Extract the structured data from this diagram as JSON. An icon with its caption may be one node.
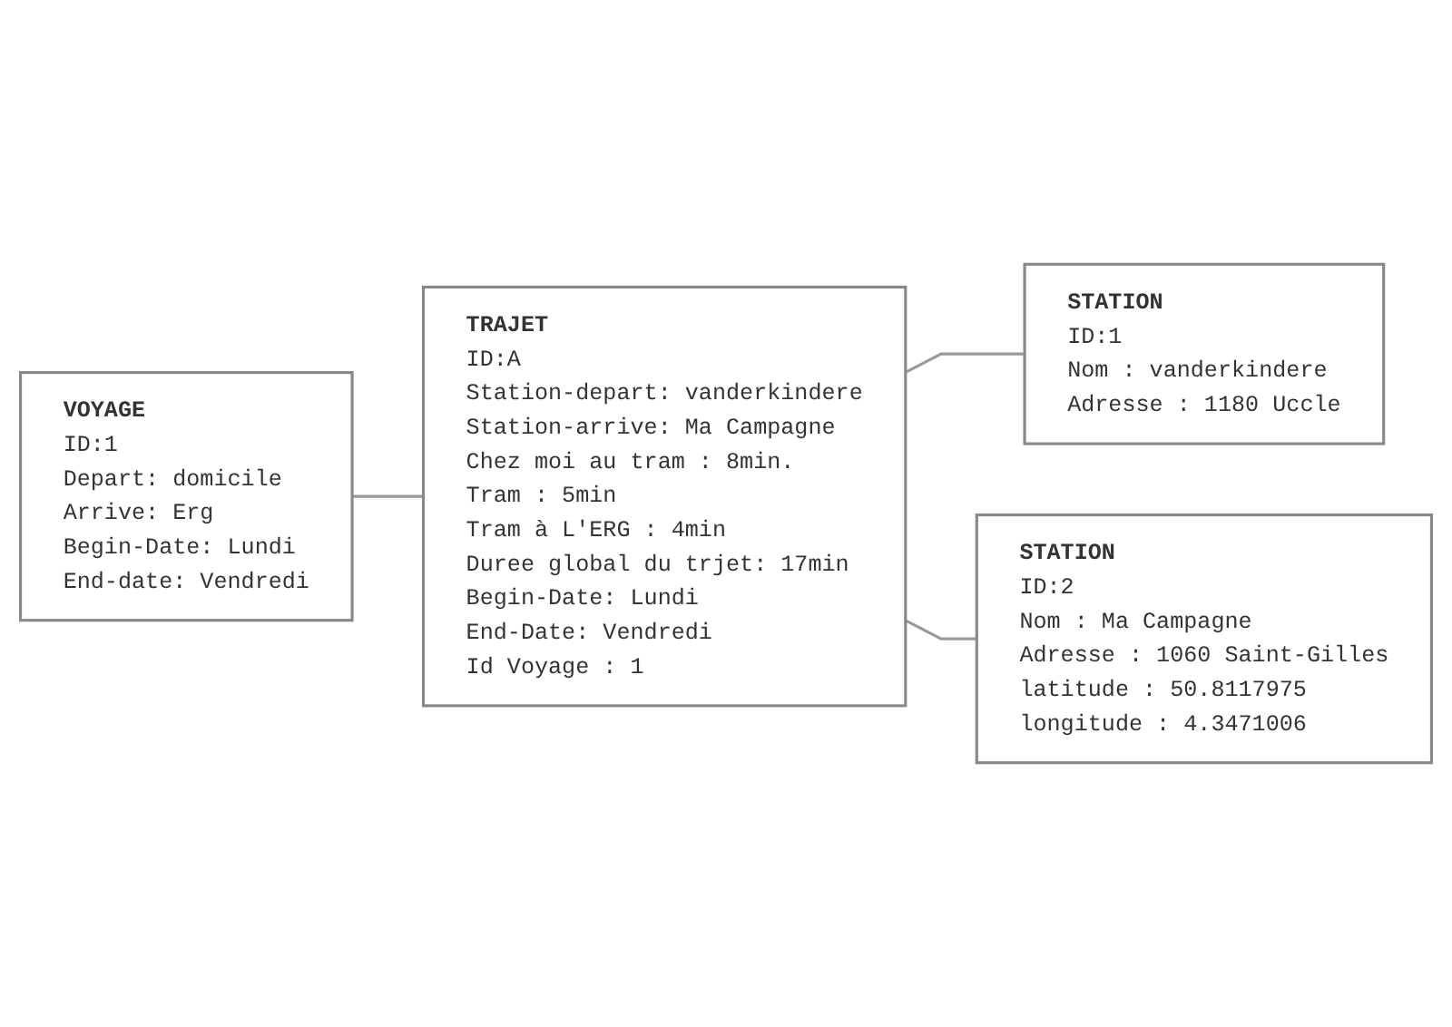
{
  "diagram": {
    "nodes": [
      {
        "text": [
          "VOYAGE",
          "ID:1",
          "Depart: domicile",
          "Arrive: Erg",
          "Begin-Date: Lundi",
          "End-date: Vendredi"
        ]
      },
      {
        "text": [
          "STATION",
          "ID:1",
          "Nom : vanderkindere",
          "Adresse : 1180 Uccle"
        ]
      },
      {
        "text": [
          "TRAJET",
          "ID:A",
          "Station-depart: vanderkindere",
          "Station-arrive: Ma Campagne",
          "Chez moi au tram : 8min.",
          "Tram : 5min",
          "Tram à L'ERG : 4min",
          "Duree global du trjet: 17min",
          "Begin-Date: Lundi",
          "End-Date: Vendredi",
          "Id Voyage : 1"
        ]
      },
      {
        "text": [
          "STATION",
          "ID:2",
          "Nom : Ma Campagne",
          "Adresse : 1060 Saint-Gilles",
          "latitude : 50.8117975",
          "longitude : 4.3471006"
        ]
      }
    ],
    "edges": [
      {
        "from": 0,
        "to": 2,
        "arrow": "none"
      },
      {
        "from": 2,
        "to": 1,
        "arrow": "none"
      },
      {
        "from": 2,
        "to": 3,
        "arrow": "none"
      }
    ]
  }
}
